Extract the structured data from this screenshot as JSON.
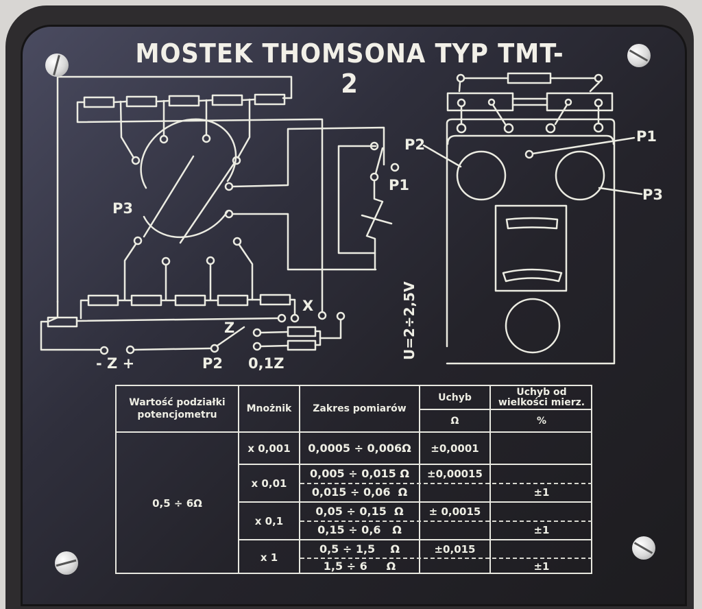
{
  "title": "MOSTEK THOMSONA TYP TMT-2",
  "diagram_labels": {
    "p3_left": "P3",
    "p1_switch": "P1",
    "x_terminal": "X",
    "z_switch": "Z",
    "minus_z_plus": "- Z +",
    "p2_bottom": "P2",
    "zero_one_z": "0,1Z",
    "voltage": "U=2÷2,5V",
    "panel_p2": "P2",
    "panel_p1": "P1",
    "panel_p3": "P3"
  },
  "table": {
    "headers": {
      "col1_line1": "Wartość podziałki",
      "col1_line2": "potencjometru",
      "col2": "Mnożnik",
      "col3": "Zakres pomiarów",
      "col4_top": "Uchyb",
      "col4_unit": "Ω",
      "col5_top_line1": "Uchyb od",
      "col5_top_line2": "wielkości mierz.",
      "col5_unit": "%"
    },
    "scale_value": "0,5 ÷ 6Ω",
    "rows": [
      {
        "multiplier": "x 0,001",
        "range_1": "0,0005 ÷ 0,006Ω",
        "range_2": "",
        "error_ohm": "±0,0001",
        "error_pct": ""
      },
      {
        "multiplier": "x 0,01",
        "range_1": "0,005 ÷ 0,015 Ω",
        "range_2": "0,015 ÷ 0,06  Ω",
        "error_ohm": "±0,00015",
        "error_pct": "±1"
      },
      {
        "multiplier": "x 0,1",
        "range_1": "0,05 ÷ 0,15  Ω",
        "range_2": "0,15 ÷ 0,6   Ω",
        "error_ohm": "± 0,0015",
        "error_pct": "±1"
      },
      {
        "multiplier": "x 1",
        "range_1": "0,5 ÷ 1,5    Ω",
        "range_2": "1,5 ÷ 6     Ω",
        "error_ohm": "±0,015",
        "error_pct": "±1"
      }
    ]
  }
}
